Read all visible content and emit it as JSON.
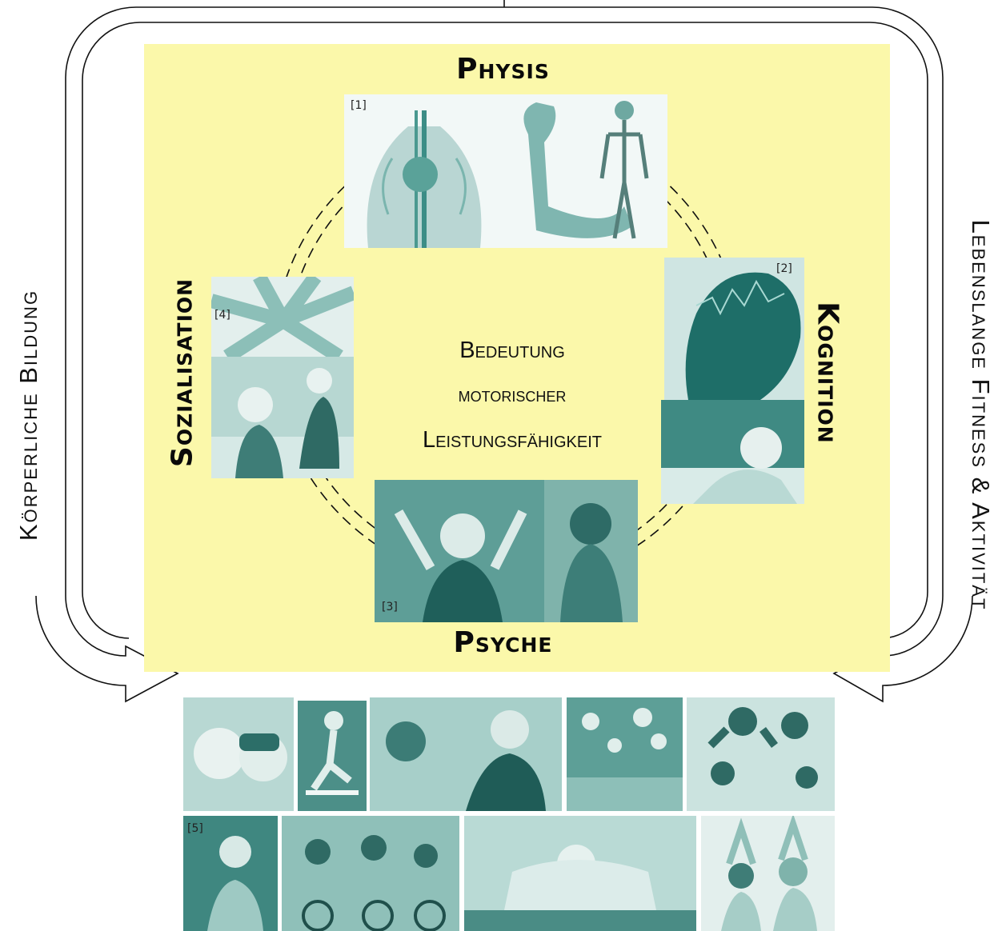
{
  "physis": "Physis",
  "kognition": "Kognition",
  "psyche": "Psyche",
  "sozialisation": "Sozialisation",
  "left_label": "Körperliche Bildung",
  "right_label": "Lebenslange Fitness & Aktivität",
  "center": [
    "Bedeutung",
    "motorischer",
    "Leistungsfähigkeit"
  ],
  "refs": [
    "[1]",
    "[2]",
    "[3]",
    "[4]",
    "[5]"
  ],
  "colors": {
    "panel": "#fbf8aa",
    "tint": "#2f8f85"
  }
}
